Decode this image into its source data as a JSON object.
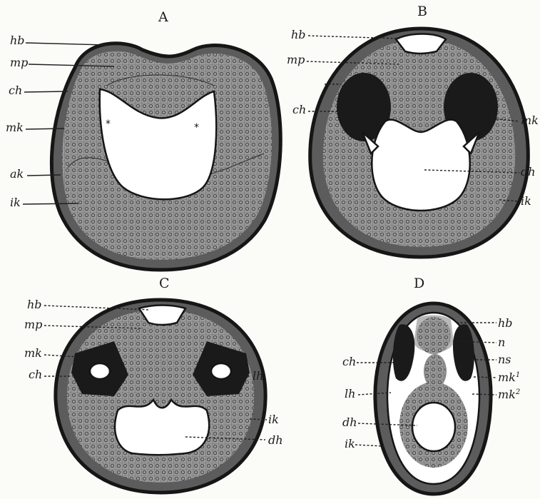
{
  "panels": [
    {
      "letter": "A",
      "labels": [
        "hb",
        "mp",
        "ch",
        "mk",
        "ak",
        "ik"
      ]
    },
    {
      "letter": "B",
      "labels_left": [
        "hb",
        "mp",
        "ch"
      ],
      "labels_right": [
        "mk",
        "dh",
        "ik"
      ]
    },
    {
      "letter": "C",
      "labels_left": [
        "hb",
        "mp",
        "mk",
        "ch"
      ],
      "labels_right": [
        "lh",
        "ik",
        "dh"
      ]
    },
    {
      "letter": "D",
      "labels_left": [
        "ch",
        "lh",
        "dh",
        "ik"
      ],
      "labels_right": [
        "hb",
        "n",
        "ns",
        "mk",
        "mk"
      ],
      "superscripts": [
        "1",
        "2"
      ]
    }
  ]
}
